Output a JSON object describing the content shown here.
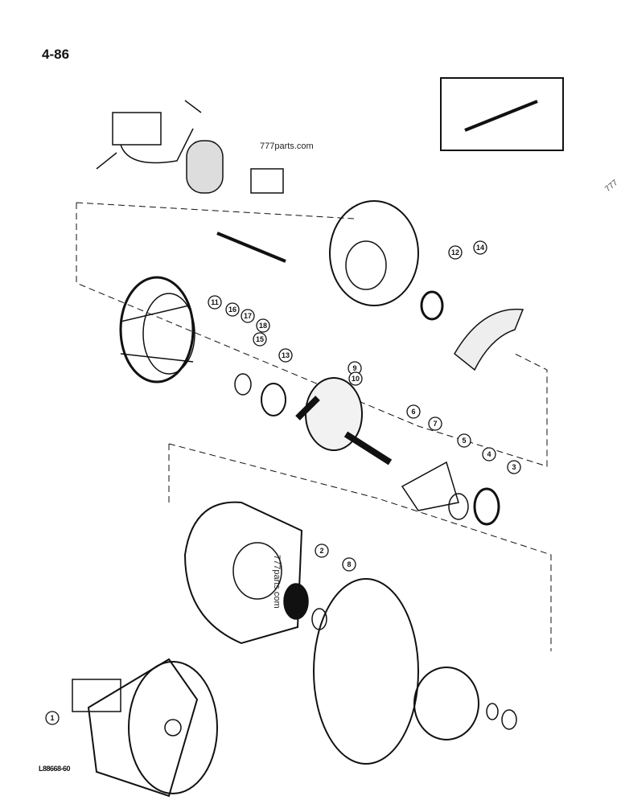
{
  "page_number": "4-86",
  "figure_code": "L88668-60",
  "watermarks": [
    "777parts.com",
    "777parts.com",
    "777"
  ],
  "callouts": [
    "1",
    "2",
    "3",
    "4",
    "5",
    "6",
    "7",
    "8",
    "9",
    "10",
    "11",
    "12",
    "13",
    "14",
    "15",
    "16",
    "17",
    "18"
  ]
}
